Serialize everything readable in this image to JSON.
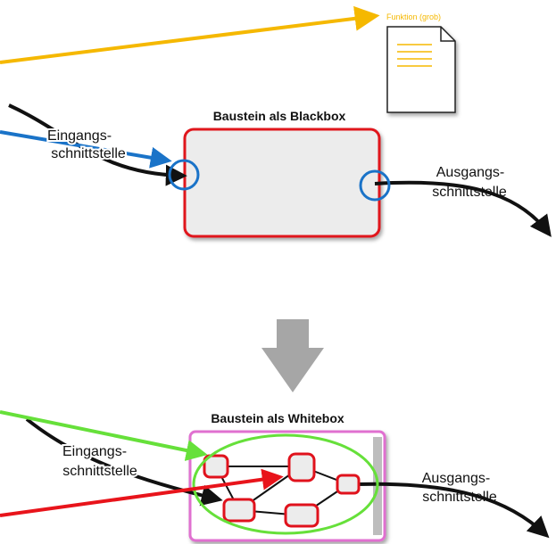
{
  "blackbox": {
    "title": "Baustein als Blackbox",
    "input_line1": "Eingangs-",
    "input_line2": "schnittstelle",
    "output_line1": "Ausgangs-",
    "output_line2": "schnittstelle"
  },
  "document": {
    "label": "Funktion (grob)"
  },
  "whitebox": {
    "title": "Baustein als Whitebox",
    "input_line1": "Eingangs-",
    "input_line2": "schnittstelle",
    "output_line1": "Ausgangs-",
    "output_line2": "schnittstelle"
  },
  "colors": {
    "yellow_arrow": "#f5b800",
    "blue_arrow": "#1a73c8",
    "green_arrow": "#66e03a",
    "red_arrow": "#e8141b",
    "box_border_red": "#e0121c",
    "box_fill": "#ececec",
    "whitebox_border": "#e070d0",
    "down_arrow": "#a6a6a6"
  },
  "icons": [
    "document-icon",
    "down-arrow-icon"
  ]
}
